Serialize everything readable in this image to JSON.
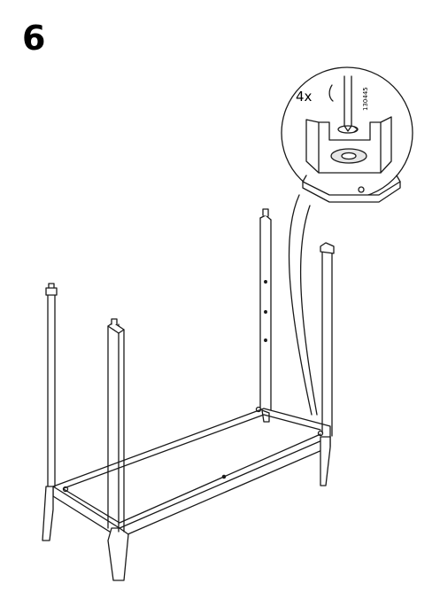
{
  "step": {
    "number": "6"
  },
  "detail": {
    "quantity": "4x",
    "part_number": "130445"
  },
  "colors": {
    "line": "#1a1a1a",
    "fill": "#ffffff",
    "shade": "#e6e6e6",
    "dark": "#cfcfcf"
  }
}
